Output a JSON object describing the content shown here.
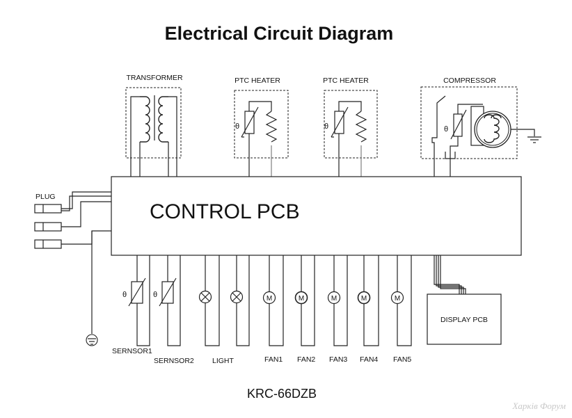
{
  "title": "Electrical Circuit Diagram",
  "model": "KRC-66DZB",
  "watermark": "Харків Форум",
  "control_pcb": "CONTROL PCB",
  "display_pcb": "DISPLAY PCB",
  "top_components": {
    "transformer": "TRANSFORMER",
    "ptc_heater_1": "PTC HEATER",
    "ptc_heater_2": "PTC HEATER",
    "compressor": "COMPRESSOR"
  },
  "plug": "PLUG",
  "thermistor_symbol": "θ",
  "motor_symbol": "M",
  "bottom_components": [
    {
      "label": "SERNSOR1"
    },
    {
      "label": "SERNSOR2"
    },
    {
      "label": "LIGHT"
    },
    {
      "label": "FAN1"
    },
    {
      "label": "FAN2"
    },
    {
      "label": "FAN3"
    },
    {
      "label": "FAN4"
    },
    {
      "label": "FAN5"
    }
  ]
}
